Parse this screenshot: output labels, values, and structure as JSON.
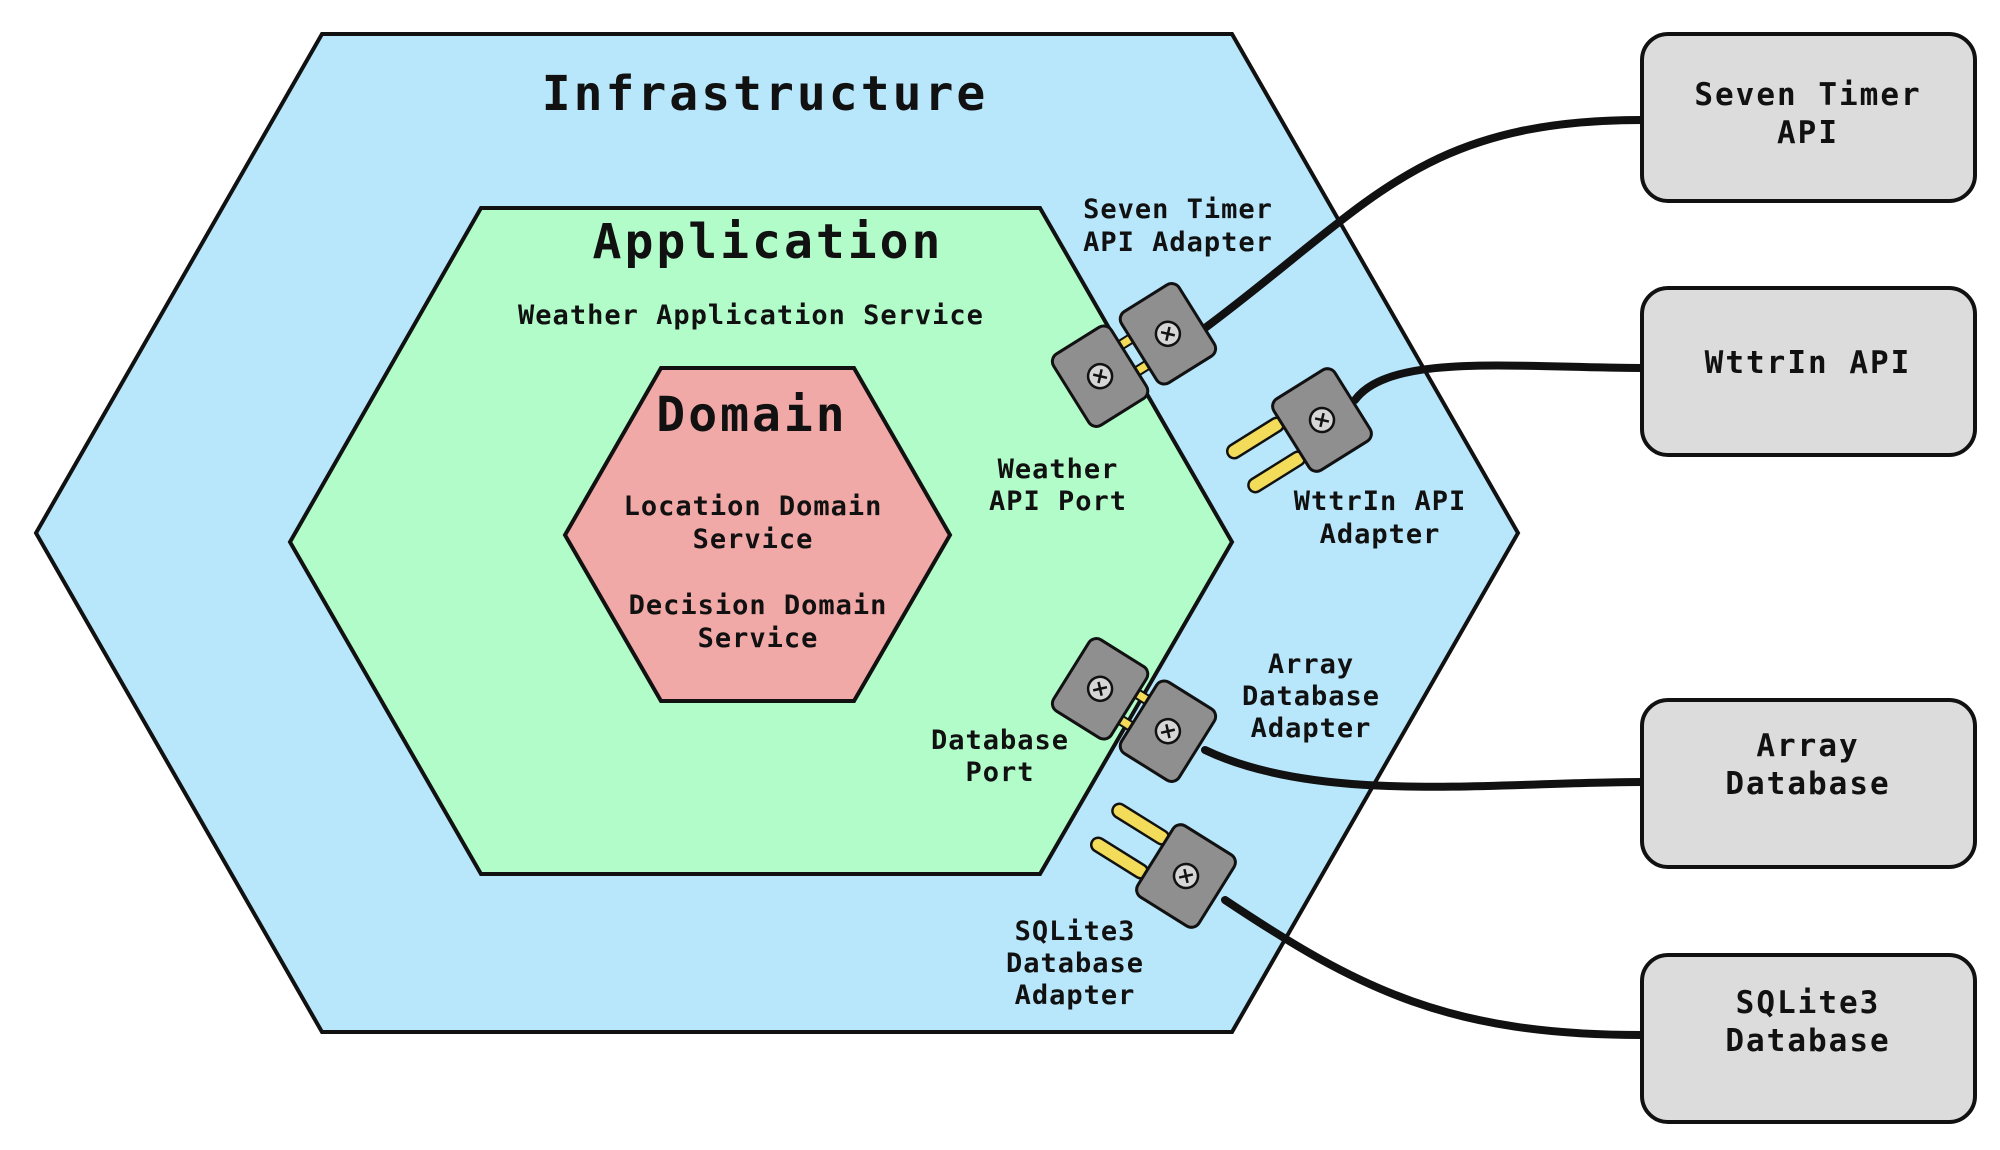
{
  "layers": {
    "infrastructure": {
      "title": "Infrastructure",
      "color": "#b8e6fb"
    },
    "application": {
      "title": "Application",
      "service": "Weather Application Service",
      "color": "#b2fcca"
    },
    "domain": {
      "title": "Domain",
      "services": [
        [
          "Location Domain",
          "Service"
        ],
        [
          "Decision Domain",
          "Service"
        ]
      ],
      "color": "#f0a9a7"
    }
  },
  "ports": {
    "weather_api": [
      "Weather",
      "API Port"
    ],
    "database": [
      "Database",
      "Port"
    ]
  },
  "adapters": {
    "seven_timer": [
      "Seven Timer",
      "API Adapter"
    ],
    "wttrin": [
      "WttrIn API",
      "Adapter"
    ],
    "array_db": [
      "Array",
      "Database",
      "Adapter"
    ],
    "sqlite3": [
      "SQLite3",
      "Database",
      "Adapter"
    ]
  },
  "external_systems": {
    "seven_timer_api": [
      "Seven Timer",
      "API"
    ],
    "wttrin_api": [
      "WttrIn API"
    ],
    "array_database": [
      "Array",
      "Database"
    ],
    "sqlite3_database": [
      "SQLite3",
      "Database"
    ]
  },
  "colors": {
    "outline": "#111111",
    "plug_body": "#8f8f8f",
    "plug_prong": "#f3dc5a",
    "screw": "#d6d6d6",
    "external_box": "#dcdcdc"
  }
}
